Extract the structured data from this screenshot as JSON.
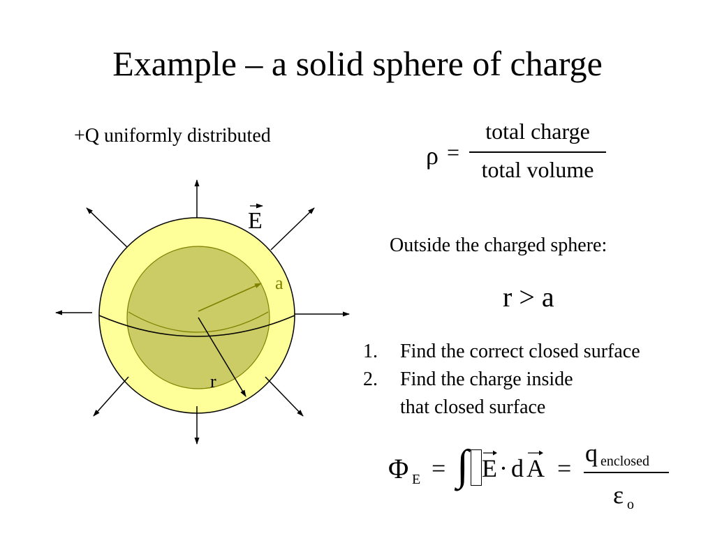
{
  "slide": {
    "title": "Example – a solid sphere of charge",
    "subtitle": "+Q uniformly distributed"
  },
  "diagram": {
    "field_label": "E",
    "radius_a_label": "a",
    "radius_r_label": "r",
    "colors": {
      "outer_sphere": "#ffff99",
      "inner_sphere": "#cccc66",
      "radius_a": "#808000"
    }
  },
  "density_equation": {
    "symbol": "ρ",
    "equals": "=",
    "numerator": "total charge",
    "denominator": "total volume"
  },
  "outside": {
    "label": "Outside the charged sphere:",
    "condition": "r > a"
  },
  "steps": [
    {
      "number": "1.",
      "text": "Find the correct closed surface"
    },
    {
      "number": "2.",
      "text": "Find the charge inside\nthat closed surface"
    }
  ],
  "gauss_law": {
    "phi": "Φ",
    "phi_sub": "E",
    "equals": "=",
    "integral": "∫",
    "E": "E",
    "dot": "·",
    "d": "d",
    "A": "A",
    "numerator": "q",
    "numerator_sub": "enclosed",
    "denominator": "ε",
    "denominator_sub": "o"
  }
}
